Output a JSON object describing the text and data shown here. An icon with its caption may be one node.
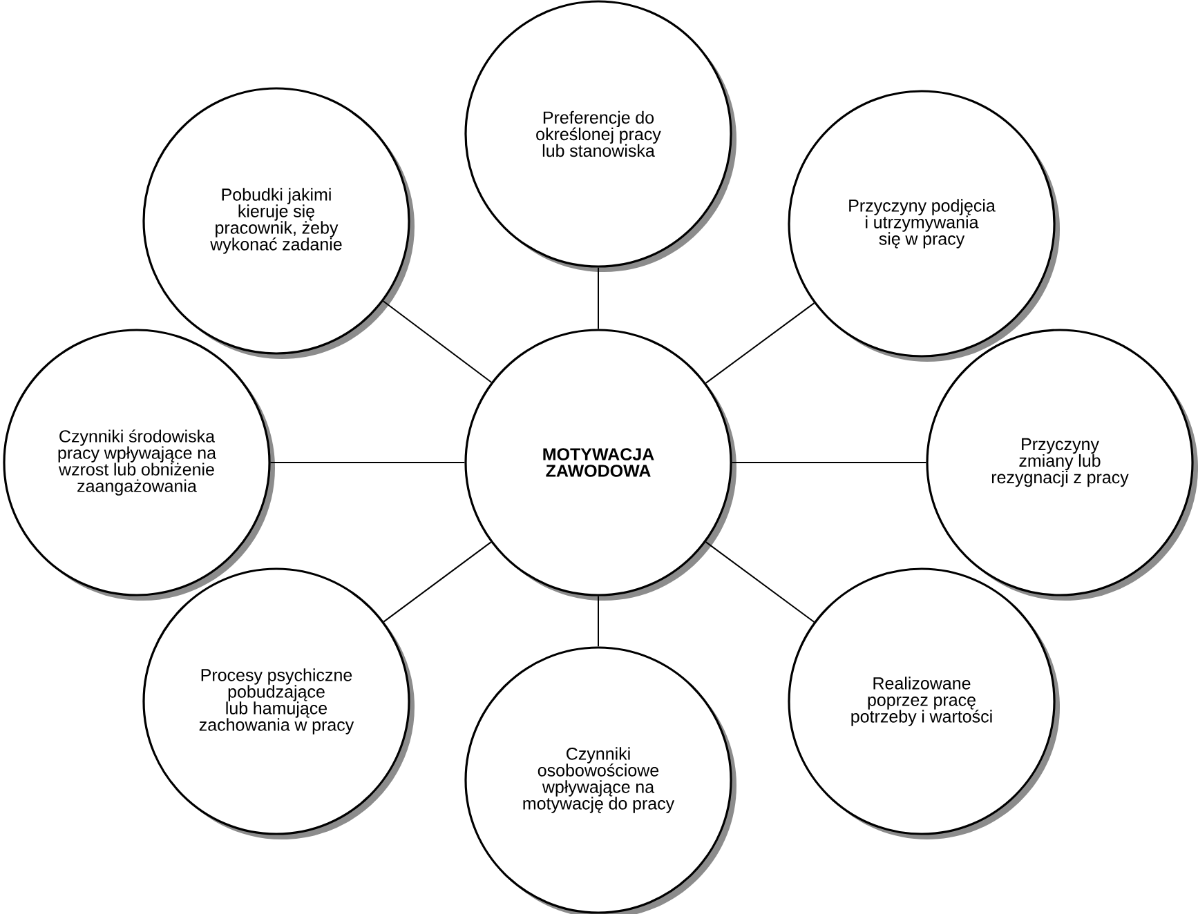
{
  "diagram": {
    "nodes": [
      {
        "text": [
          "MOTYWACJA ZAWODOWA"
        ]
      },
      {
        "text": [
          "Pobudki jakimi kieruje się pracownik, żeby wykonać zadanie"
        ]
      },
      {
        "text": [
          "Preferencje do określonej pracy lub stanowiska"
        ]
      },
      {
        "text": [
          "Przyczyny podjęcia i utrzymywania się w pracy"
        ]
      },
      {
        "text": [
          "Czynniki środowiska pracy wpływające na wzrost lub obniżenie zaangażowania"
        ]
      },
      {
        "text": [
          "Przyczyny zmiany lub rezygnacji z pracy"
        ]
      },
      {
        "text": [
          "Procesy psychiczne pobudzające lub hamujące zachowania w pracy"
        ]
      },
      {
        "text": [
          "Realizowane poprzez pracę potrzeby i wartości"
        ]
      },
      {
        "text": [
          "Czynniki osobowościowe wpływające na motywację do pracy"
        ]
      }
    ],
    "edges": [
      {
        "from": 0,
        "to": 1,
        "arrow": "none"
      },
      {
        "from": 0,
        "to": 2,
        "arrow": "none"
      },
      {
        "from": 0,
        "to": 3,
        "arrow": "none"
      },
      {
        "from": 0,
        "to": 4,
        "arrow": "none"
      },
      {
        "from": 0,
        "to": 5,
        "arrow": "none"
      },
      {
        "from": 0,
        "to": 6,
        "arrow": "none"
      },
      {
        "from": 0,
        "to": 7,
        "arrow": "none"
      },
      {
        "from": 0,
        "to": 8,
        "arrow": "none"
      }
    ]
  }
}
